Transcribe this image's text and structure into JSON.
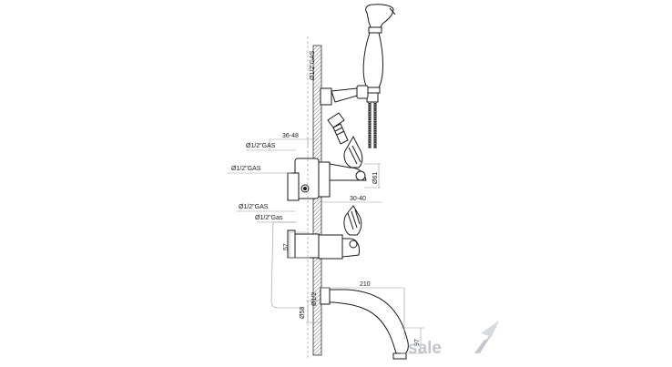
{
  "labels": {
    "hose_inlet": "Ø1/2\"GAS",
    "dist_36_48": "36-48",
    "upper_inlet": "Ø1/2\"GAS",
    "side_outlet": "Ø1/2\"GAS",
    "dim_61": "Ø61",
    "dist_30_40": "30-40",
    "lower_inlet": "Ø1/2\"GAS",
    "lower_inlet_gas": "Ø1/2\"Gas",
    "dim_57": "57",
    "dim_210": "210",
    "spout_thread": "Ø1/2",
    "dim_58": "Ø58",
    "dim_97": "97"
  },
  "watermark": {
    "text": "sale"
  }
}
